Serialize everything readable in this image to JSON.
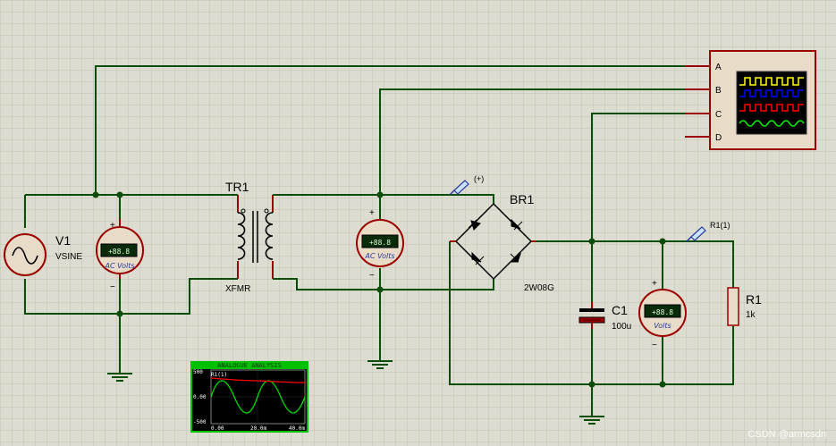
{
  "components": {
    "v1": {
      "ref": "V1",
      "value": "VSINE"
    },
    "tr1": {
      "ref": "TR1",
      "value": "XFMR"
    },
    "br1": {
      "ref": "BR1",
      "value": "2W08G"
    },
    "c1": {
      "ref": "C1",
      "value": "100u"
    },
    "r1": {
      "ref": "R1",
      "value": "1k"
    }
  },
  "meters": {
    "m1": {
      "display": "+88.8",
      "caption": "AC Volts"
    },
    "m2": {
      "display": "+88.8",
      "caption": "AC Volts"
    },
    "m3": {
      "display": "+88.8",
      "caption": "Volts"
    }
  },
  "probes": {
    "p1": {
      "label": "(+)"
    },
    "p2": {
      "label": "R1(1)"
    }
  },
  "scope": {
    "channels": [
      "A",
      "B",
      "C",
      "D"
    ],
    "trace_colors": [
      "#ffff00",
      "#0000ff",
      "#ff0000",
      "#00ff00"
    ]
  },
  "graph": {
    "title": "ANALOGUE ANALYSIS",
    "trace_label": "R1(1)",
    "y_ticks": [
      "500",
      "0.00",
      "-500"
    ],
    "x_ticks": [
      "0.00",
      "20.0m",
      "40.0m"
    ],
    "colors": {
      "frame": "#00c000",
      "bg": "#000000",
      "trace1": "#00dd00",
      "trace2": "#ff0000"
    }
  },
  "colors": {
    "wire": "#0b4d0b",
    "pin": "#9b0000",
    "background": "#dcdcd0",
    "grid": "#c6c6b4"
  },
  "watermark": "CSDN @armcsdn"
}
